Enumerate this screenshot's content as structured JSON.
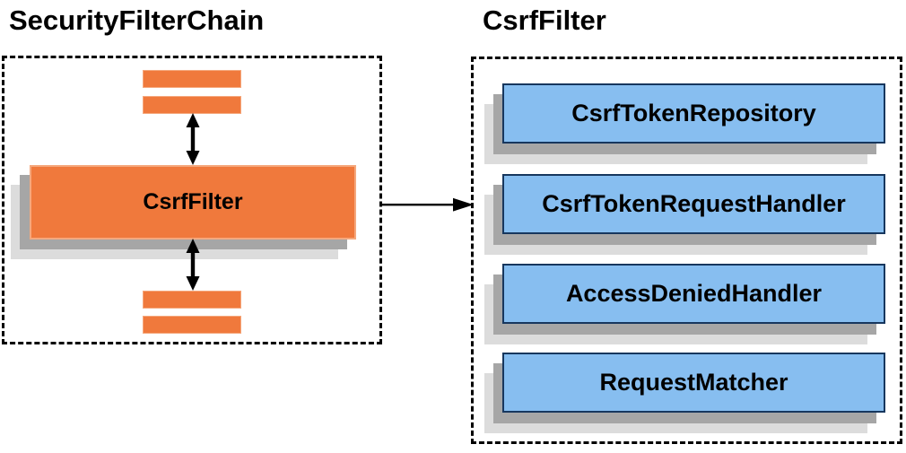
{
  "diagram": {
    "left_panel": {
      "title": "SecurityFilterChain",
      "filter_node_label": "CsrfFilter"
    },
    "right_panel": {
      "title": "CsrfFilter",
      "components": [
        "CsrfTokenRepository",
        "CsrfTokenRequestHandler",
        "AccessDeniedHandler",
        "RequestMatcher"
      ]
    },
    "colors": {
      "orange": "#F0793C",
      "orange_border": "#F5A87D",
      "blue": "#87BEF0",
      "blue_border": "#17375E",
      "shadow_dark": "#A6A6A6",
      "shadow_light": "#DCDCDC",
      "line": "#000000"
    }
  }
}
